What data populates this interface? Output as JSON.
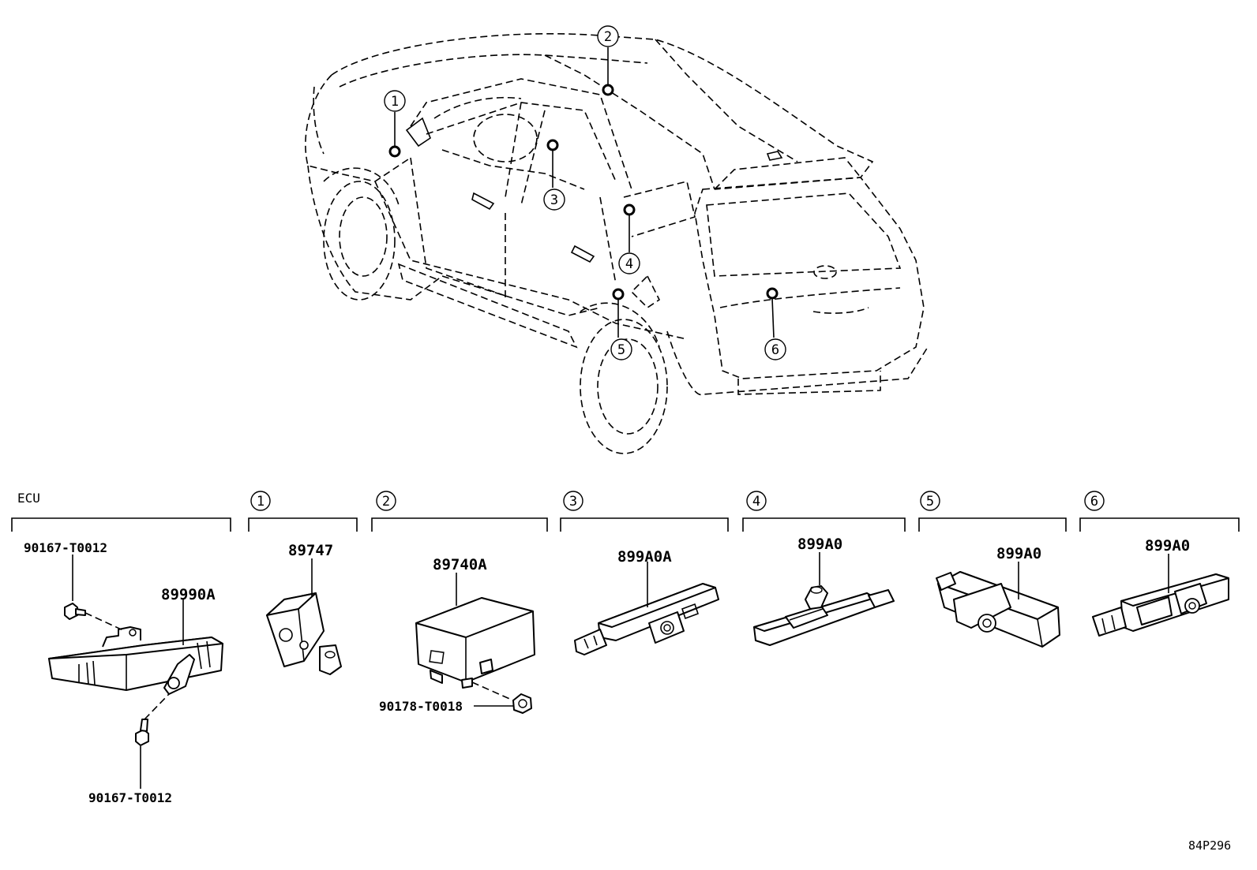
{
  "diagram_id": "84P296",
  "vehicle_callouts": [
    "1",
    "2",
    "3",
    "4",
    "5",
    "6"
  ],
  "groups": [
    {
      "label": "ECU",
      "part_number": "89990A",
      "fasteners": [
        "90167-T0012",
        "90167-T0012"
      ]
    },
    {
      "label": "1",
      "part_number": "89747"
    },
    {
      "label": "2",
      "part_number": "89740A",
      "fasteners": [
        "90178-T0018"
      ]
    },
    {
      "label": "3",
      "part_number": "899A0A"
    },
    {
      "label": "4",
      "part_number": "899A0"
    },
    {
      "label": "5",
      "part_number": "899A0"
    },
    {
      "label": "6",
      "part_number": "899A0"
    }
  ]
}
